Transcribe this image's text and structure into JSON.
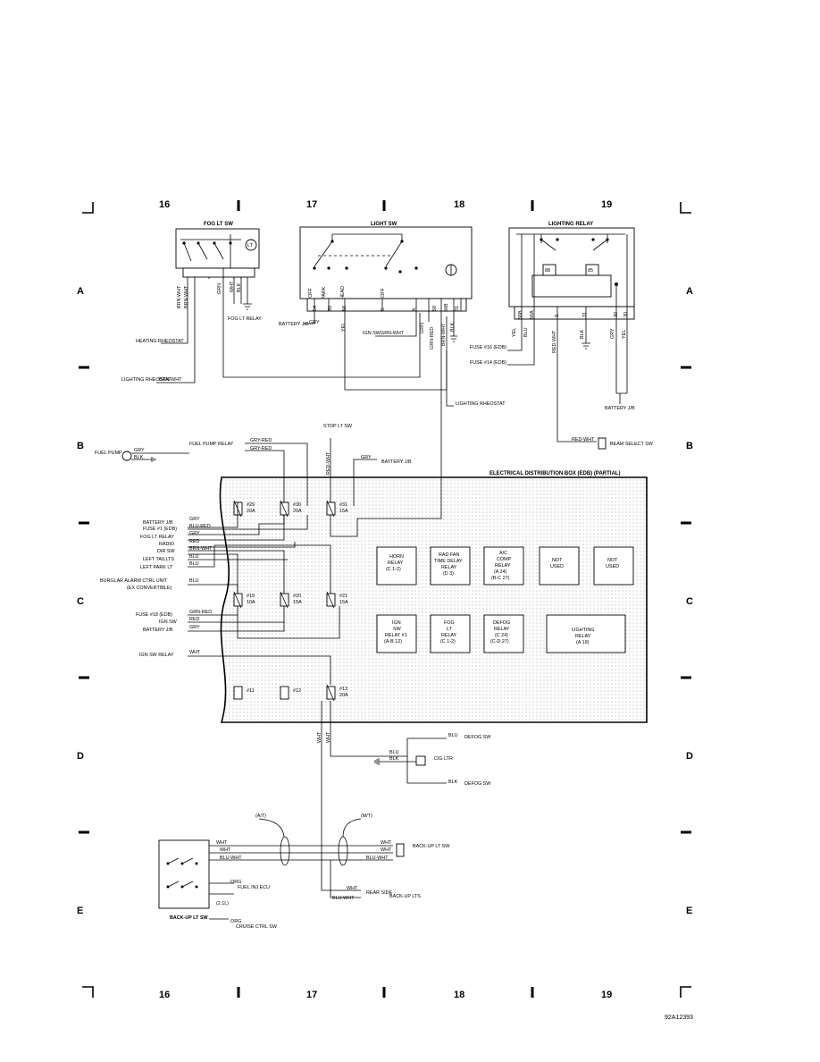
{
  "grid": {
    "columns": [
      "16",
      "17",
      "18",
      "19"
    ],
    "rows": [
      "A",
      "B",
      "C",
      "D",
      "E"
    ]
  },
  "figure_id": "92A12393",
  "components": {
    "fog_lt_sw": {
      "title": "FOG LT SW",
      "pins": [
        "GRN",
        "WHT",
        "BLK"
      ],
      "relay": "FOG LT RELAY"
    },
    "light_sw": {
      "title": "LIGHT SW",
      "positions": [
        "OFF",
        "PARK",
        "HEAD",
        "OFF"
      ],
      "pins": [
        "54",
        "30",
        "58",
        "S",
        "X",
        "58",
        "56B",
        "31"
      ]
    },
    "lighting_relay": {
      "title": "LIGHTING RELAY",
      "pins": [
        "56B",
        "56A",
        "S",
        "31",
        "30",
        "30"
      ],
      "coil": [
        "88",
        "85"
      ]
    },
    "edb_title": "ELECTRICAL DISTRIBUTION BOX (EDB) (PARTIAL)",
    "back_up_lt_sw": "BACK-UP LT SW"
  },
  "wires": {
    "brn_wht": "BRN-WHT",
    "grn": "GRN",
    "wht": "WHT",
    "blk": "BLK",
    "gry": "GRY",
    "yel": "YEL",
    "blu": "BLU",
    "red_wht": "RED-WHT",
    "grn_red": "GRN-RED",
    "gry_red": "GRY-RED",
    "blu_red": "BLU-RED",
    "red": "RED",
    "blu_wht": "BLU-WHT",
    "org": "ORG"
  },
  "left_labels": {
    "heating_rheostat": "HEATING RHEOSTAT",
    "lighting_rheostat": "LIGHTING RHEOSTAT",
    "fuel_pump": "FUEL PUMP",
    "fuel_pump_relay": "FUEL PUMP RELAY",
    "battery_jb": "BATTERY J/B",
    "fuse1": "FUSE #1 (EDB)",
    "fog_lt_relay": "FOG LT RELAY",
    "radio": "RADIO",
    "dir_sw": "DIR SW",
    "left_taillts": "LEFT TAILLTS",
    "left_park_lt": "LEFT PARK LT",
    "burglar": "BURGLAR ALARM CTRL UNIT",
    "burglar2": "(EX CONVERTIBLE)",
    "fuse18": "FUSE #18 (EDB)",
    "ign_sw": "IGN SW",
    "battery_jb2": "BATTERY J/B",
    "ign_sw_relay": "IGN SW RELAY"
  },
  "other_labels": {
    "battery_jb_ls": "BATTERY J/B",
    "ign_sw_ls": "IGN SW",
    "lighting_rheostat2": "LIGHTING RHEOSTAT",
    "stop_lt_sw": "STOP LT SW",
    "battery_jb_top": "BATTERY J/B",
    "fuse16": "FUSE #16 (EDB)",
    "fuse14": "FUSE #14 (EDB)",
    "battery_jb_right": "BATTERY J/B",
    "beam_select_sw": "BEAM SELECT SW",
    "defog_sw": "DEFOG SW",
    "cig_ltr": "CIG LTR",
    "at": "(A/T)",
    "mt": "(M/T)",
    "back_up_lt_sw_r": "BACK-UP LT SW",
    "fuel_inj_ecu": "FUEL INJ ECU",
    "two_one_l": "(2.1L)",
    "cruise_ctrl_sw": "CRUISE CTRL SW",
    "rear_side": "REAR SIDE",
    "back_up_lts": "BACK-UP LTS"
  },
  "fuses": [
    {
      "id": "#29",
      "amps": "20A"
    },
    {
      "id": "#30",
      "amps": "20A"
    },
    {
      "id": "#31",
      "amps": "15A"
    },
    {
      "id": "#19",
      "amps": "10A"
    },
    {
      "id": "#20",
      "amps": "15A"
    },
    {
      "id": "#21",
      "amps": "15A"
    },
    {
      "id": "#11",
      "amps": ""
    },
    {
      "id": "#12",
      "amps": ""
    },
    {
      "id": "#13",
      "amps": "20A"
    }
  ],
  "relays": [
    {
      "l1": "HORN",
      "l2": "RELAY",
      "l3": "(C 1-2)",
      "l4": ""
    },
    {
      "l1": "RAD FAN",
      "l2": "TIME DELAY",
      "l3": "RELAY",
      "l4": "(D 3)"
    },
    {
      "l1": "A/C",
      "l2": "COMP",
      "l3": "RELAY",
      "l4": "(A 24)",
      "l5": "(B-C 27)"
    },
    {
      "l1": "NOT",
      "l2": "USED",
      "l3": "",
      "l4": ""
    },
    {
      "l1": "NOT",
      "l2": "USED",
      "l3": "",
      "l4": ""
    },
    {
      "l1": "IGN",
      "l2": "SW",
      "l3": "RELAY #1",
      "l4": "(A-B 12)"
    },
    {
      "l1": "FOG",
      "l2": "LT",
      "l3": "RELAY",
      "l4": "(C 1-2)"
    },
    {
      "l1": "DEFOG",
      "l2": "RELAY",
      "l3": "(C 24)",
      "l4": "(C-D 27)"
    },
    {
      "l1": "LIGHTING",
      "l2": "RELAY",
      "l3": "(A 19)",
      "l4": ""
    }
  ]
}
